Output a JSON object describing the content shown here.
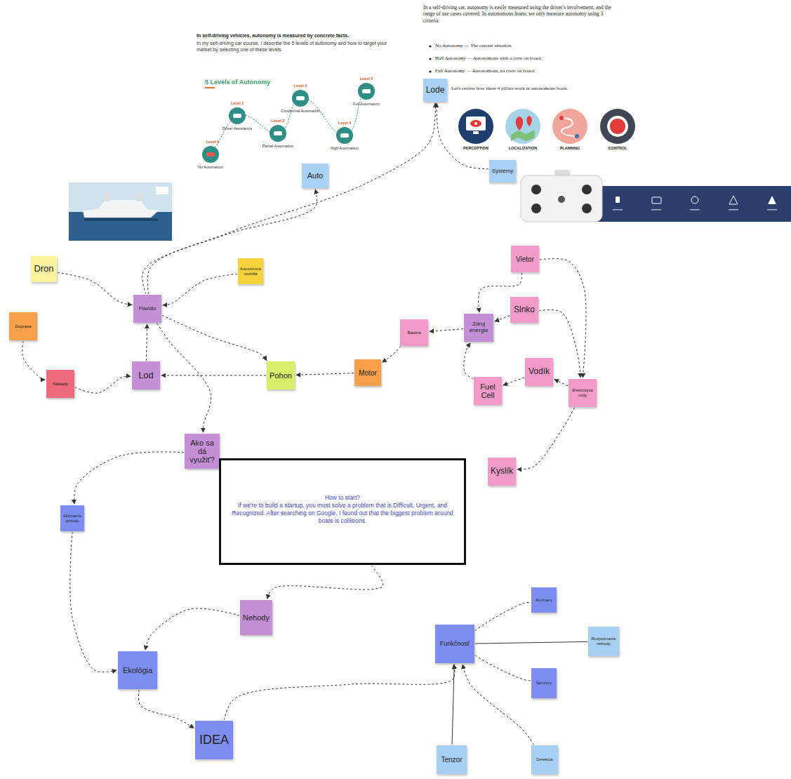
{
  "diagram": {
    "nodes": [
      {
        "text": [
          "Lode"
        ]
      },
      {
        "text": [
          "Auto"
        ]
      },
      {
        "text": [
          "Systémy"
        ]
      },
      {
        "text": [
          "Dron"
        ]
      },
      {
        "text": [
          "Autonómne vozidlá"
        ]
      },
      {
        "text": [
          "Plavidlo"
        ]
      },
      {
        "text": [
          "Doprava"
        ]
      },
      {
        "text": [
          "Náklady"
        ]
      },
      {
        "text": [
          "Lod"
        ]
      },
      {
        "text": [
          "Pohon"
        ]
      },
      {
        "text": [
          "Motor"
        ]
      },
      {
        "text": [
          "Batéria"
        ]
      },
      {
        "text": [
          "Zdroj energie"
        ]
      },
      {
        "text": [
          "Vietor"
        ]
      },
      {
        "text": [
          "Slnko"
        ]
      },
      {
        "text": [
          "Fuel Cell"
        ]
      },
      {
        "text": [
          "Vodík"
        ]
      },
      {
        "text": [
          "Elektrolýza vody"
        ]
      },
      {
        "text": [
          "Kyslík"
        ]
      },
      {
        "text": [
          "Ako sa dá využiť?"
        ]
      },
      {
        "text": [
          "Skúmanie prírody"
        ]
      },
      {
        "text": [
          "How to start?",
          "If we're to build a startup, you must solve a problem that is Difficult, Urgent, and Recognized. After searching on Google, I found out that the biggest problem around boats is collisions."
        ]
      },
      {
        "text": [
          "Nehody"
        ]
      },
      {
        "text": [
          "Ekológia"
        ]
      },
      {
        "text": [
          "IDEA"
        ]
      },
      {
        "text": [
          "Funkčnosť"
        ]
      },
      {
        "text": [
          "Rozmery"
        ]
      },
      {
        "text": [
          "Rozpoznanie nehody"
        ]
      },
      {
        "text": [
          "Senzory"
        ]
      },
      {
        "text": [
          "Tenzor"
        ]
      },
      {
        "text": [
          "Detekcia"
        ]
      }
    ],
    "edges": [
      {
        "from": 3,
        "to": 5,
        "arrow": "to"
      },
      {
        "from": 4,
        "to": 5,
        "arrow": "to"
      },
      {
        "from": 5,
        "to": 1,
        "arrow": "to"
      },
      {
        "from": 5,
        "to": 0,
        "arrow": "to"
      },
      {
        "from": 2,
        "to": 0,
        "arrow": "to"
      },
      {
        "from": 8,
        "to": 5,
        "arrow": "to"
      },
      {
        "from": 6,
        "to": 7,
        "arrow": "to"
      },
      {
        "from": 7,
        "to": 8,
        "arrow": "to"
      },
      {
        "from": 9,
        "to": 8,
        "arrow": "to"
      },
      {
        "from": 5,
        "to": 9,
        "arrow": "to"
      },
      {
        "from": 10,
        "to": 9,
        "arrow": "to"
      },
      {
        "from": 11,
        "to": 10,
        "arrow": "to"
      },
      {
        "from": 12,
        "to": 11,
        "arrow": "to"
      },
      {
        "from": 13,
        "to": 12,
        "arrow": "to"
      },
      {
        "from": 14,
        "to": 12,
        "arrow": "to"
      },
      {
        "from": 15,
        "to": 12,
        "arrow": "to"
      },
      {
        "from": 13,
        "to": 17,
        "arrow": "to"
      },
      {
        "from": 14,
        "to": 17,
        "arrow": "to"
      },
      {
        "from": 17,
        "to": 16,
        "arrow": "to"
      },
      {
        "from": 17,
        "to": 18,
        "arrow": "to"
      },
      {
        "from": 16,
        "to": 15,
        "arrow": "to"
      },
      {
        "from": 5,
        "to": 19,
        "arrow": "to"
      },
      {
        "from": 19,
        "to": 20,
        "arrow": "to"
      },
      {
        "from": 20,
        "to": 23,
        "arrow": "to"
      },
      {
        "from": 21,
        "to": 22,
        "arrow": "to"
      },
      {
        "from": 22,
        "to": 23,
        "arrow": "to"
      },
      {
        "from": 23,
        "to": 24,
        "arrow": "to"
      },
      {
        "from": 24,
        "to": 25,
        "arrow": "to"
      },
      {
        "from": 29,
        "to": 25,
        "arrow": "to"
      },
      {
        "from": 30,
        "to": 25,
        "arrow": "to"
      },
      {
        "from": 25,
        "to": 26,
        "arrow": "none"
      },
      {
        "from": 25,
        "to": 27,
        "arrow": "none"
      },
      {
        "from": 25,
        "to": 28,
        "arrow": "none"
      }
    ],
    "labels": [
      "In self-driving vehicles, autonomy is measured by concrete facts.",
      "In my self-driving car course, I describe the 5 levels of autonomy and how to target your market by selecting one of these levels.",
      "5 Levels of Autonomy",
      "Level 0",
      "No Automation",
      "Level 1",
      "Driver Assistance",
      "Level 2",
      "Partial Automation",
      "Level 3",
      "Conditional Automation",
      "Level 4",
      "High Automation",
      "Level 5",
      "Full Automation",
      "In a self-driving car, autonomy is easily measured using the driver's involvement, and the range of use cases covered. In autonomous boats, we only measure autonomy using 3 criteria:",
      "No Autonomy — The current situation",
      "Half Autonomy — Autonomous with a crew on board.",
      "Full Autonomy — Autonomous, no crew on board.",
      "Let's review how these 4 pillars work in autonomous boats.",
      "PERCEPTION",
      "LOCALIZATION",
      "PLANNING",
      "CONTROL"
    ]
  }
}
